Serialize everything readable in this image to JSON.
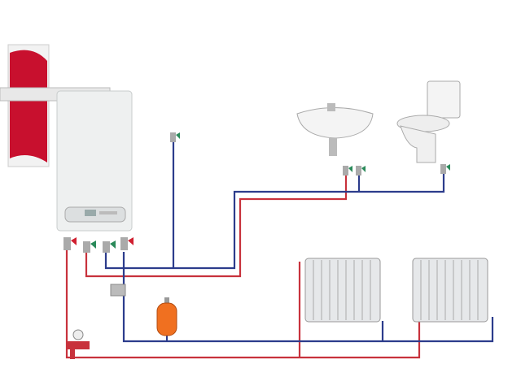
{
  "diagram": {
    "colors": {
      "hot_pipe": "#c8323c",
      "cold_pipe": "#2c3c8c",
      "boiler": "#eef0f0",
      "chimney_red": "#c8102e",
      "expansion_tank": "#f07020",
      "valve_handle_red": "#d02030",
      "valve_handle_green": "#2a8a5a"
    },
    "components": [
      "wall-mounted-boiler",
      "chimney",
      "washbasin",
      "toilet",
      "radiator",
      "radiator",
      "expansion-tank",
      "safety-group"
    ]
  }
}
